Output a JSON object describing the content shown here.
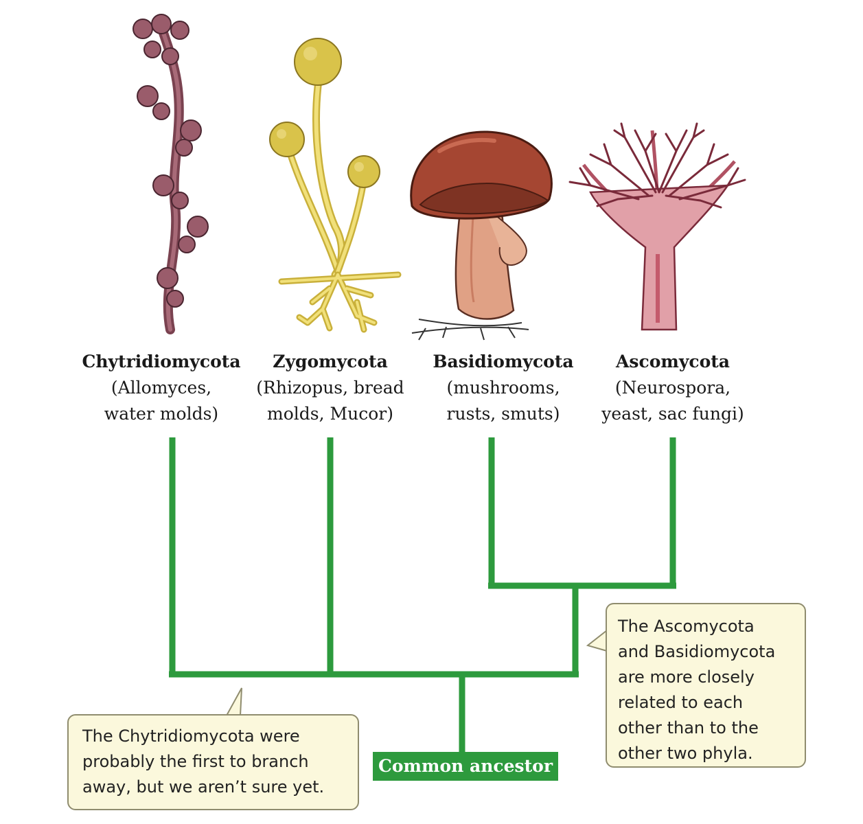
{
  "taxa": [
    {
      "phylum": "Chytridiomycota",
      "examples": "(Allomyces,\nwater molds)"
    },
    {
      "phylum": "Zygomycota",
      "examples": "(Rhizopus, bread\nmolds, Mucor)"
    },
    {
      "phylum": "Basidiomycota",
      "examples": "(mushrooms,\nrusts, smuts)"
    },
    {
      "phylum": "Ascomycota",
      "examples": "(Neurospora,\nyeast, sac fungi)"
    }
  ],
  "root_label": "Common ancestor",
  "callouts": {
    "left": "The Chytridiomycota were\nprobably the first to branch\naway, but we aren’t sure yet.",
    "right": "The Ascomycota\nand Basidiomycota\nare more closely\nrelated to each\nother than to the\nother two phyla."
  },
  "colors": {
    "tree": "#2d9a3d",
    "callout_fill": "#fbf8dc",
    "chytrid": "#8a4e5c",
    "zygo": "#d9c34a",
    "mushroom_cap": "#a54632",
    "asco": "#b05263"
  },
  "illustrations": [
    "chytrid-illustration",
    "zygomycete-illustration",
    "mushroom-illustration",
    "ascomycete-illustration"
  ]
}
